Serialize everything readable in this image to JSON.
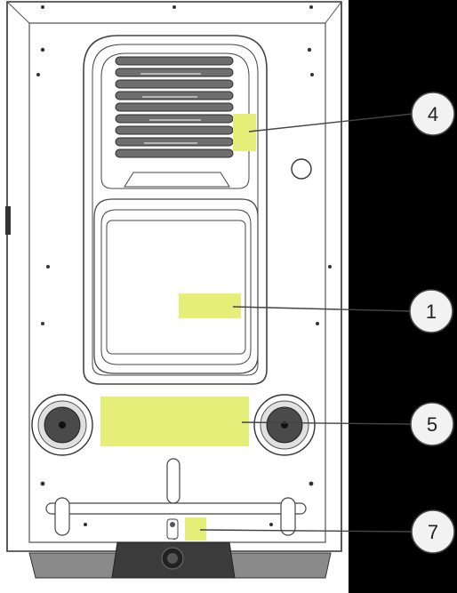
{
  "diagram": {
    "colors": {
      "background": "#000000",
      "panel": "#ffffff",
      "outline": "#3a3a3a",
      "label_highlight": "#e6ee7a",
      "base": "#8a8a8a",
      "callout_fill": "#f2f2f2"
    },
    "callouts": [
      {
        "id": "callout-4",
        "number": "4"
      },
      {
        "id": "callout-1",
        "number": "1"
      },
      {
        "id": "callout-5",
        "number": "5"
      },
      {
        "id": "callout-7",
        "number": "7"
      }
    ]
  }
}
